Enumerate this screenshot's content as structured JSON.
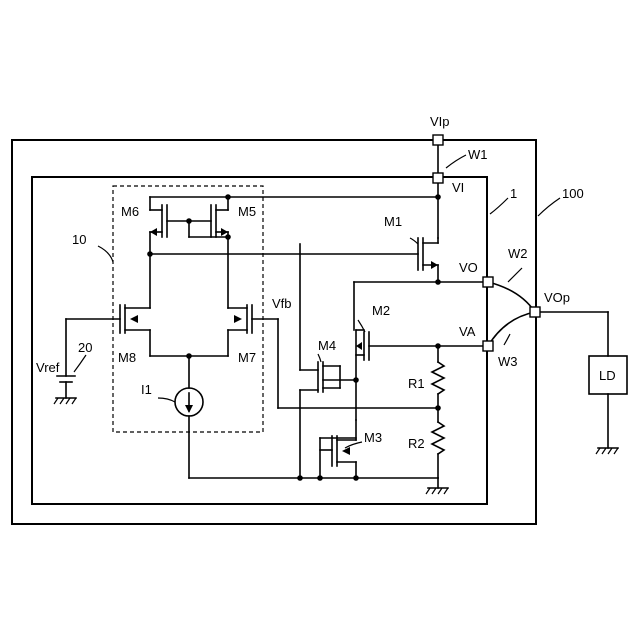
{
  "labels": {
    "vip": "VIp",
    "w1": "W1",
    "vi": "VI",
    "module_ref": "1",
    "package_ref": "100",
    "amp_ref": "10",
    "m1": "M1",
    "m2": "M2",
    "m3": "M3",
    "m4": "M4",
    "m5": "M5",
    "m6": "M6",
    "m7": "M7",
    "m8": "M8",
    "vo": "VO",
    "w2": "W2",
    "vop": "VOp",
    "va": "VA",
    "w3": "W3",
    "vfb": "Vfb",
    "vref": "Vref",
    "ref20": "20",
    "i1": "I1",
    "r1": "R1",
    "r2": "R2",
    "ld": "LD"
  }
}
